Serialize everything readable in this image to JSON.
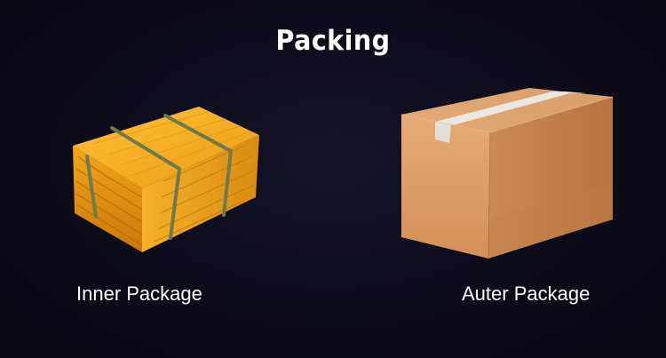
{
  "title": "Packing",
  "inner": {
    "caption": "Inner Package",
    "image": "bundled-leather-gloves"
  },
  "outer": {
    "caption": "Auter Package",
    "image": "cardboard-box"
  },
  "colors": {
    "background": "#0b0a16",
    "text": "#ffffff",
    "glove_yellow": "#f2a81e",
    "box_front": "#d9a06c",
    "tape": "#e8e4df"
  }
}
